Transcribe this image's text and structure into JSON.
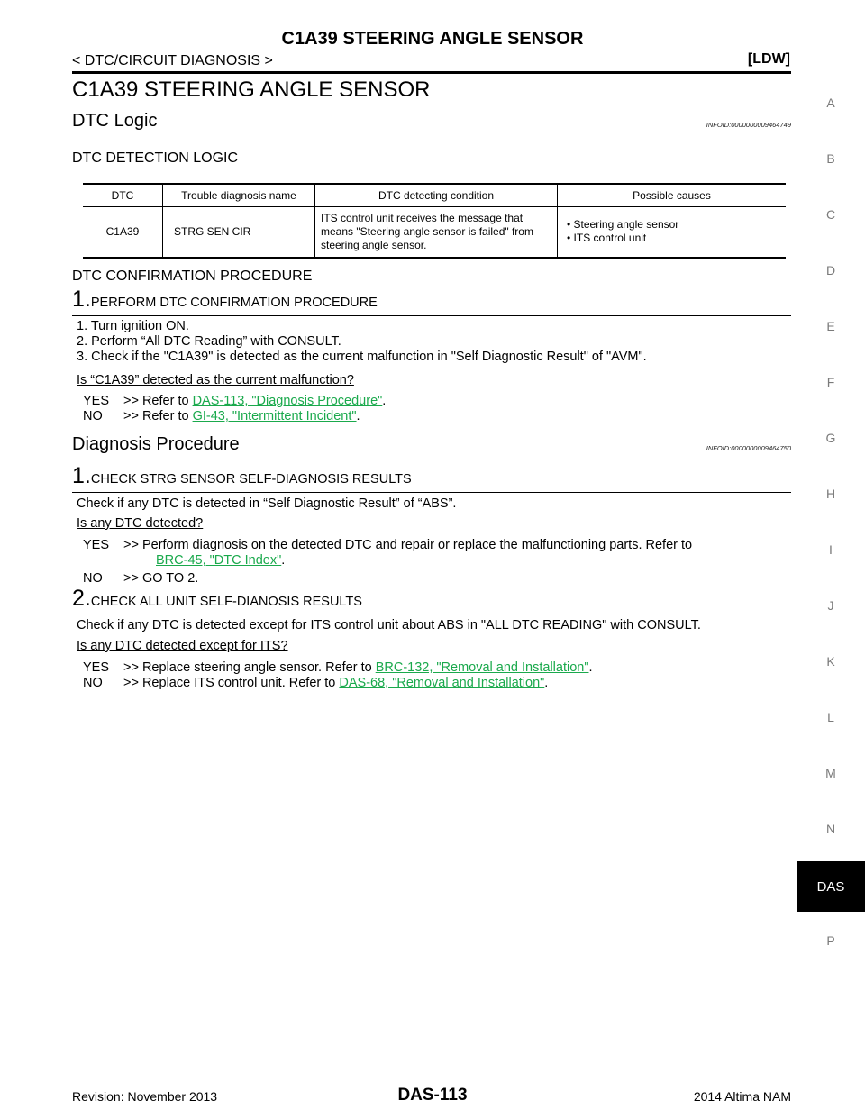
{
  "header": {
    "title": "C1A39 STEERING ANGLE SENSOR",
    "breadcrumb": "< DTC/CIRCUIT DIAGNOSIS >",
    "section_code": "[LDW]"
  },
  "side_index": [
    "A",
    "B",
    "C",
    "D",
    "E",
    "F",
    "G",
    "H",
    "I",
    "J",
    "K",
    "L",
    "M",
    "N",
    "DAS",
    "P"
  ],
  "main_title": "C1A39 STEERING ANGLE SENSOR",
  "dtc_logic": {
    "heading": "DTC Logic",
    "infoid": "INFOID:0000000009464749",
    "detection_heading": "DTC DETECTION LOGIC",
    "table": {
      "headers": [
        "DTC",
        "Trouble diagnosis name",
        "DTC detecting condition",
        "Possible causes"
      ],
      "row": {
        "dtc": "C1A39",
        "name": "STRG SEN CIR",
        "condition": "ITS control unit receives the message that means  \"Steering angle sensor is failed\" from steering angle sensor.",
        "causes": [
          "Steering angle sensor",
          "ITS control unit"
        ]
      }
    },
    "confirmation_heading": "DTC CONFIRMATION PROCEDURE",
    "step1": {
      "num": "1.",
      "title": "PERFORM DTC CONFIRMATION PROCEDURE",
      "lines": [
        "1. Turn ignition ON.",
        "2. Perform “All DTC Reading” with CONSULT.",
        "3. Check if the \"C1A39\" is detected as the current malfunction in \"Self Diagnostic Result\" of \"AVM\"."
      ],
      "question": "Is “C1A39” detected as the current malfunction?",
      "yes_key": "YES",
      "yes_text": ">> Refer to ",
      "yes_link": "DAS-113, \"Diagnosis Procedure\"",
      "no_key": "NO",
      "no_text": ">> Refer to ",
      "no_link": "GI-43, \"Intermittent Incident\""
    }
  },
  "diagnosis": {
    "heading": "Diagnosis Procedure",
    "infoid": "INFOID:0000000009464750",
    "step1": {
      "num": "1.",
      "title": "CHECK STRG SENSOR SELF-DIAGNOSIS RESULTS",
      "body": "Check if any DTC is detected in “Self Diagnostic Result” of “ABS”.",
      "question": "Is any DTC detected?",
      "yes_key": "YES",
      "yes_text": ">> Perform diagnosis on the detected DTC and repair or replace the malfunctioning parts. Refer to",
      "yes_link": "BRC-45, \"DTC Index\"",
      "no_key": "NO",
      "no_text": ">> GO TO 2."
    },
    "step2": {
      "num": "2.",
      "title": "CHECK ALL UNIT SELF-DIANOSIS RESULTS",
      "body": "Check if any DTC is detected except for ITS control unit about ABS in \"ALL DTC READING\" with CONSULT.",
      "question": "Is any DTC detected except for ITS?",
      "yes_key": "YES",
      "yes_text": ">> Replace steering angle sensor. Refer to ",
      "yes_link": "BRC-132, \"Removal and Installation\"",
      "no_key": "NO",
      "no_text": ">> Replace ITS control unit. Refer to ",
      "no_link": "DAS-68, \"Removal and Installation\""
    }
  },
  "footer": {
    "revision": "Revision: November 2013",
    "page": "DAS-113",
    "model": "2014 Altima NAM"
  }
}
